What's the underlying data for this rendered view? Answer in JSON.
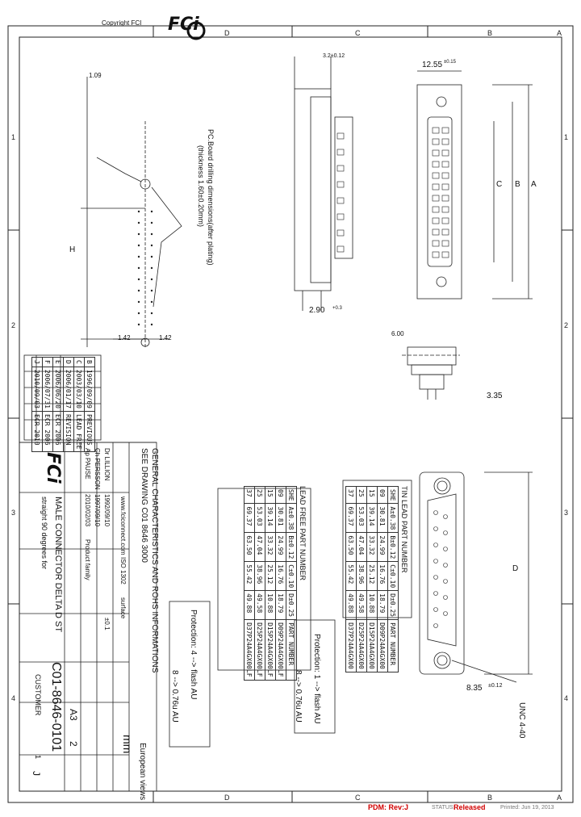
{
  "header": {
    "copyright": "Copyright FCI",
    "logo_text": "FCi"
  },
  "zones": {
    "top": [
      "D",
      "C",
      "B",
      "A"
    ],
    "bottom": [
      "D",
      "C",
      "B",
      "A"
    ],
    "left": [
      "1",
      "2",
      "3",
      "4"
    ],
    "right": [
      "1",
      "2",
      "3",
      "4"
    ]
  },
  "drawing_notes": {
    "pcb_note": "PC.Board drilling dimensions(after plating)",
    "pcb_note2": "(thickness 1.60±0.20mm)",
    "dim_1_09": "1.09",
    "dim_3_21": "3.2±0.12",
    "dim_12_55": "12.55",
    "dim_12_55_tol": "±0.15",
    "dim_2_90": "2.90",
    "dim_2_90_tol": "+0.3",
    "dim_1_42_a": "1.42",
    "dim_1_42_b": "1.42",
    "dim_a": "A",
    "dim_b": "B",
    "dim_c": "C",
    "dim_h": "H",
    "dim_d": "D",
    "dim_3_35": "3.35",
    "dim_8_35": "8.35",
    "dim_8_35_tol": "±0.12",
    "dim_6_00": "6.00",
    "unc": "UNC 4-40",
    "european_views": "European views",
    "unit": "mm"
  },
  "protection": {
    "title1": "Protection: 1 --> flash AU",
    "line1": "8 --> 0.76u AU",
    "title2": "Protection: 4 --> flash AU",
    "line2": "8 --> 0.76u AU"
  },
  "tin_lead": {
    "title": "TIN LEAD PART NUMBER",
    "headers": [
      "SHE",
      "A±0.38",
      "B±0.12",
      "C±0.10",
      "D±0.25",
      "PART NUMBER"
    ],
    "rows": [
      [
        "09",
        "30.81",
        "24.99",
        "16.76",
        "18.79",
        "D09P24A4GX00"
      ],
      [
        "15",
        "39.14",
        "33.32",
        "25.12",
        "10.88",
        "D15P24A4GX00"
      ],
      [
        "25",
        "53.03",
        "47.04",
        "38.96",
        "49.58",
        "D25P24A4GX00"
      ],
      [
        "37",
        "69.37",
        "63.50",
        "55.42",
        "49.88",
        "D37P24A4GX00"
      ]
    ]
  },
  "lead_free": {
    "title": "LEAD FREE PART NUMBER",
    "headers": [
      "SHE",
      "A±0.38",
      "B±0.12",
      "C±0.10",
      "D±0.25",
      "PART NUMBER"
    ],
    "rows": [
      [
        "09",
        "30.81",
        "24.99",
        "16.76",
        "18.79",
        "D09P24A4GX00LF"
      ],
      [
        "15",
        "39.14",
        "33.32",
        "25.12",
        "10.88",
        "D15P24A4GX00LF"
      ],
      [
        "25",
        "53.03",
        "47.04",
        "38.96",
        "49.58",
        "D25P24A4GX00LF"
      ],
      [
        "37",
        "69.37",
        "63.50",
        "55.42",
        "49.88",
        "D37P24A4GX00LF"
      ]
    ]
  },
  "general": {
    "line1": "GENERAL CHARACTERISTICS AND ROHS INFORMATIONS",
    "line2": "SEE DRAWING C01 8646 3000"
  },
  "revisions": {
    "rows": [
      [
        "B",
        "1996/09/09",
        "PREVIOUS"
      ],
      [
        "C",
        "2003/03/10",
        "LEAD FREE"
      ],
      [
        "D",
        "2006/01/17",
        "REVISION"
      ],
      [
        "E",
        "2006/06/20",
        "ECR 2006"
      ],
      [
        "F",
        "2006/07/31",
        "ECR 2006"
      ],
      [
        "J",
        "2010/09/03",
        "ECR 2010"
      ]
    ]
  },
  "title_block": {
    "company": "FCi",
    "web": "www.fciconnect.com",
    "drawn": "Dr LILLION",
    "checked": "Ch PERSSON",
    "approved": "Ap PAUSE",
    "date1": "1992/09/10",
    "date2": "1997/09/10",
    "date3": "2010/02/03",
    "product_family": "Product family",
    "description1": "MALE CONNECTOR DELTA D ST",
    "description2": "straight 90 degrees for",
    "drawing_number": "C01-8646-0101",
    "customer": "CUSTOMER",
    "sheet": "1",
    "size": "A3",
    "scale": "2",
    "rev": "J",
    "tolerance": "±0.1",
    "iso": "ISO 1302",
    "surface": "surface"
  },
  "footer": {
    "pdm": "PDM: Rev:J",
    "status_label": "STATUS:",
    "status": "Released",
    "printed": "Printed: Jun 19, 2013"
  }
}
